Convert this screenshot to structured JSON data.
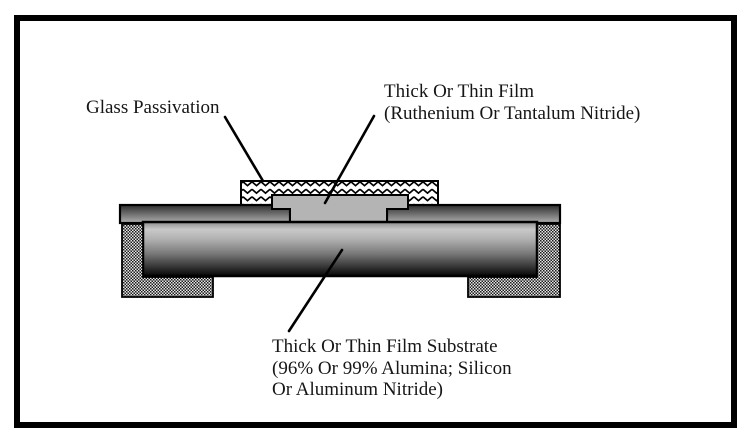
{
  "labels": {
    "glass_passivation": "Glass Passivation",
    "film_line1": "Thick Or Thin Film",
    "film_line2": "(Ruthenium Or Tantalum Nitride)",
    "substrate_line1": "Thick Or Thin Film Substrate",
    "substrate_line2": "(96% Or 99% Alumina; Silicon",
    "substrate_line3": "Or Aluminum Nitride)"
  },
  "colors": {
    "outline": "#000000",
    "background": "#ffffff",
    "text": "#161616",
    "film_fill": "#b4b4b4",
    "conductor_gradient_top": "#2e2e2e",
    "conductor_gradient_bottom": "#b0b0b0",
    "substrate_gradient_light": "#c8c8c8",
    "substrate_gradient_dark": "#060606"
  }
}
